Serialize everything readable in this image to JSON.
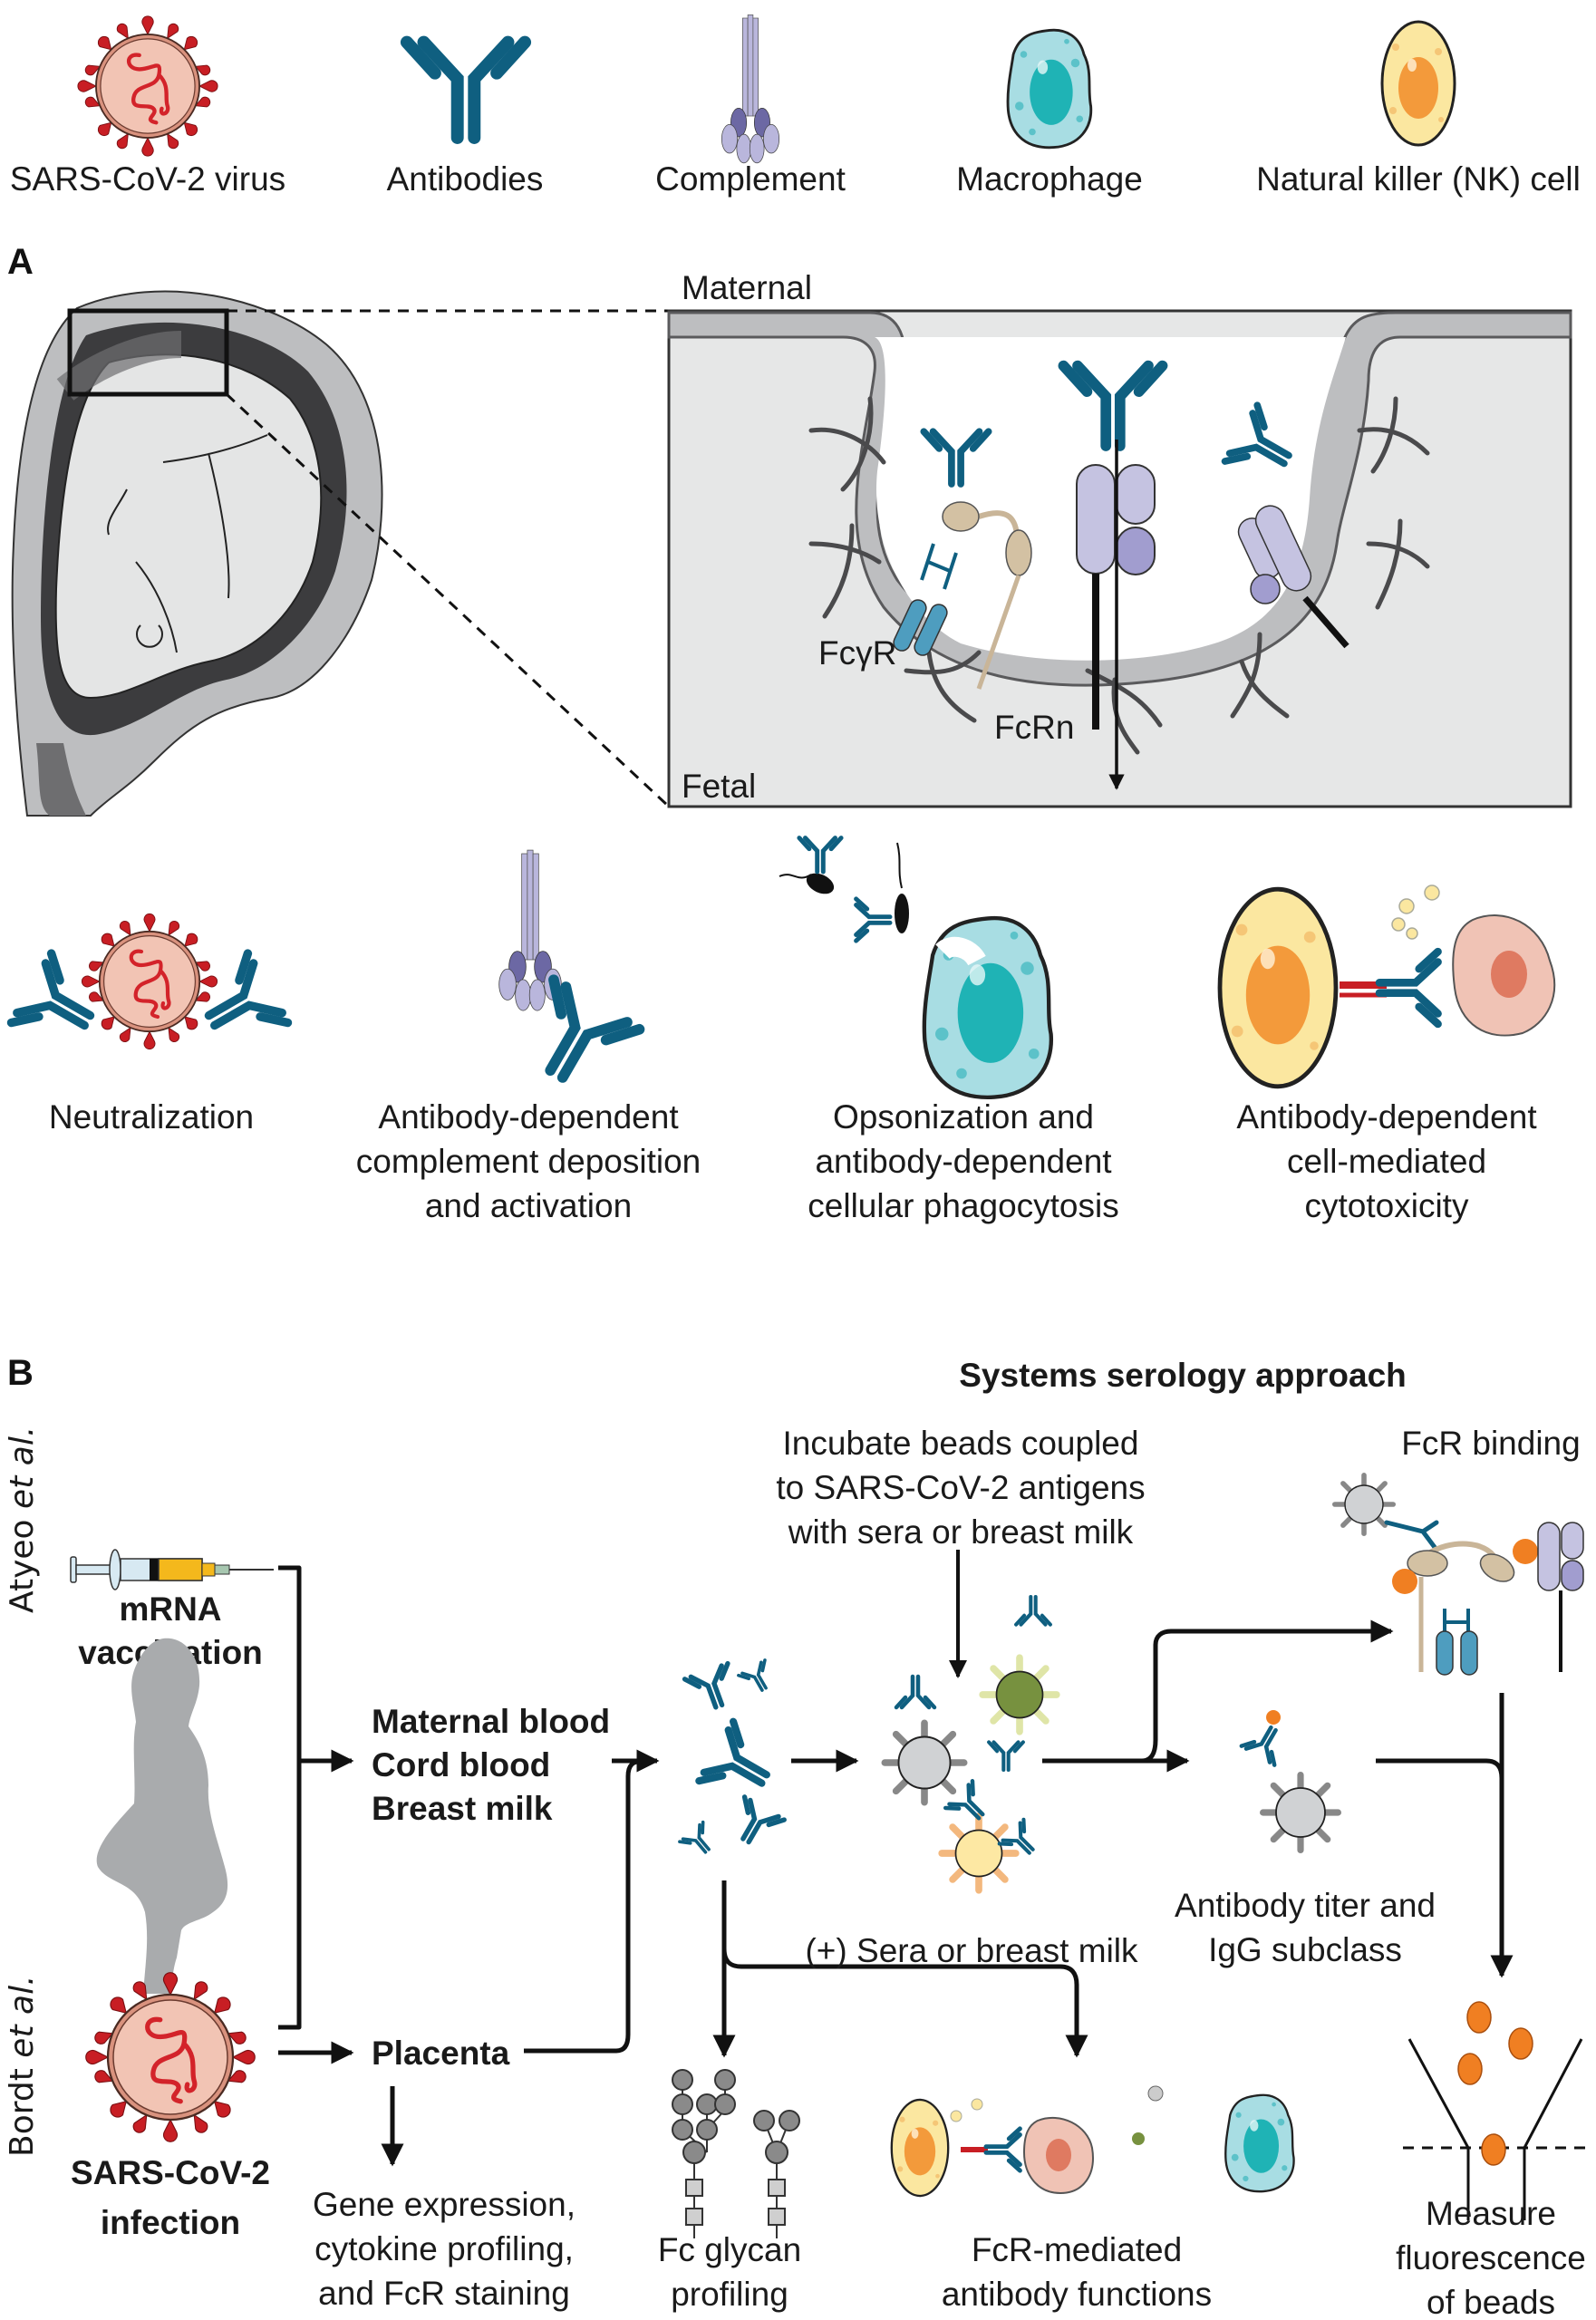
{
  "legend": {
    "items": [
      {
        "icon": "sars-cov-2-virus-icon",
        "label": "SARS-CoV-2 virus"
      },
      {
        "icon": "antibody-icon",
        "label": "Antibodies"
      },
      {
        "icon": "complement-icon",
        "label": "Complement"
      },
      {
        "icon": "macrophage-icon",
        "label": "Macrophage"
      },
      {
        "icon": "nk-cell-icon",
        "label": "Natural killer (NK) cell"
      }
    ]
  },
  "panel_a": {
    "letter": "A",
    "maternal_label": "Maternal",
    "fetal_label": "Fetal",
    "fcgr_label": "FcγR",
    "fcrn_label": "FcRn",
    "functions": [
      {
        "lines": [
          "Neutralization"
        ]
      },
      {
        "lines": [
          "Antibody-dependent",
          "complement deposition",
          "and activation"
        ]
      },
      {
        "lines": [
          "Opsonization and",
          "antibody-dependent",
          "cellular phagocytosis"
        ]
      },
      {
        "lines": [
          "Antibody-dependent",
          "cell-mediated",
          "cytotoxicity"
        ]
      }
    ]
  },
  "panel_b": {
    "letter": "B",
    "title": "Systems serology approach",
    "study_top": {
      "author": "Atyeo",
      "etal": "et al."
    },
    "study_bottom": {
      "author": "Bordt",
      "etal": "et al."
    },
    "vaccination_label": [
      "mRNA",
      "vaccination"
    ],
    "infection_label": [
      "SARS-CoV-2",
      "infection"
    ],
    "samples": [
      "Maternal blood",
      "Cord blood",
      "Breast milk"
    ],
    "placenta_label": "Placenta",
    "placenta_outputs": [
      "Gene expression,",
      "cytokine profiling,",
      "and FcR staining"
    ],
    "incubate_label": [
      "Incubate beads coupled",
      "to SARS-CoV-2 antigens",
      "with sera or breast milk"
    ],
    "sera_label": "(+) Sera or breast milk",
    "fcr_binding_label": "FcR binding",
    "titer_label": [
      "Antibody titer and",
      "IgG subclass"
    ],
    "glycan_label": [
      "Fc glycan",
      "profiling"
    ],
    "fcr_functions_label": [
      "FcR-mediated",
      "antibody functions"
    ],
    "measure_label": [
      "Measure",
      "fluorescence",
      "of beads"
    ]
  },
  "colors": {
    "antibody": "#0f5f80",
    "virus_spike": "#c81e24",
    "virus_body": "#f2c4b4",
    "complement": "#b9b6dc",
    "macrophage": "#a8dde3",
    "macrophage_nucleus": "#1fb3b5",
    "nk_cell": "#fbe7a0",
    "nk_nucleus": "#f39a3b",
    "tissue": "#e6e7e7",
    "membrane": "#bdbdbf",
    "bead_orange": "#f07f22"
  }
}
